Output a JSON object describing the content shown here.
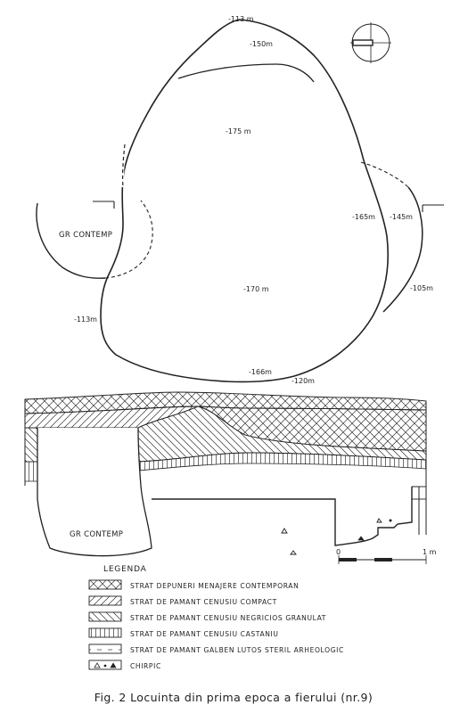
{
  "plan": {
    "elevations": {
      "e113_top": "-113 m",
      "e150": "-150m",
      "e175": "-175 m",
      "e165": "-165m",
      "e145": "-145m",
      "e105": "-105m",
      "e170": "-170 m",
      "e113_left": "-113m",
      "e166": "-166m",
      "e120": "-120m"
    },
    "gr_label": "GR CONTEMP"
  },
  "section": {
    "gr_label": "GR CONTEMP",
    "scale_start": "0",
    "scale_end": "1 m"
  },
  "legend": {
    "title": "LEGENDA",
    "items": [
      {
        "label": "STRAT DEPUNERI MENAJERE CONTEMPORAN"
      },
      {
        "label": "STRAT DE PAMANT CENUSIU COMPACT"
      },
      {
        "label": "STRAT DE PAMANT CENUSIU NEGRICIOS GRANULAT"
      },
      {
        "label": "STRAT DE PAMANT CENUSIU CASTANIU"
      },
      {
        "label": "STRAT DE PAMANT GALBEN LUTOS STERIL ARHEOLOGIC"
      },
      {
        "label": "CHIRPIC"
      }
    ]
  },
  "caption": "Fig. 2 Locuinta din prima epoca a fierului (nr.9)",
  "colors": {
    "ink": "#222222",
    "paper": "#ffffff"
  }
}
